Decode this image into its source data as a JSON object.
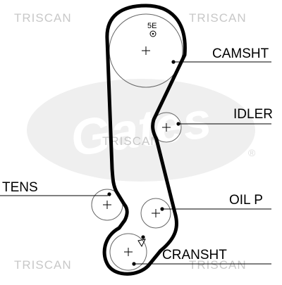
{
  "watermarks": {
    "top_left": "TRISCAN",
    "top_right": "TRISCAN",
    "center": "TRISCAN",
    "bottom_left": "TRISCAN",
    "bottom_right": "TRISCAN"
  },
  "logo": {
    "name": "gates-logo",
    "brand_text": "Gates",
    "mark": "®",
    "color": "#e9e9e9"
  },
  "diagram": {
    "cam_marking": "5E",
    "labels": {
      "camshaft": "CAMSHT",
      "idler": "IDLER",
      "tensioner": "TENS",
      "oil_pump": "OIL P",
      "crankshaft": "CRANSHT"
    },
    "colors": {
      "belt": "#000000",
      "pulley": "#666666",
      "leader": "#000000"
    }
  }
}
